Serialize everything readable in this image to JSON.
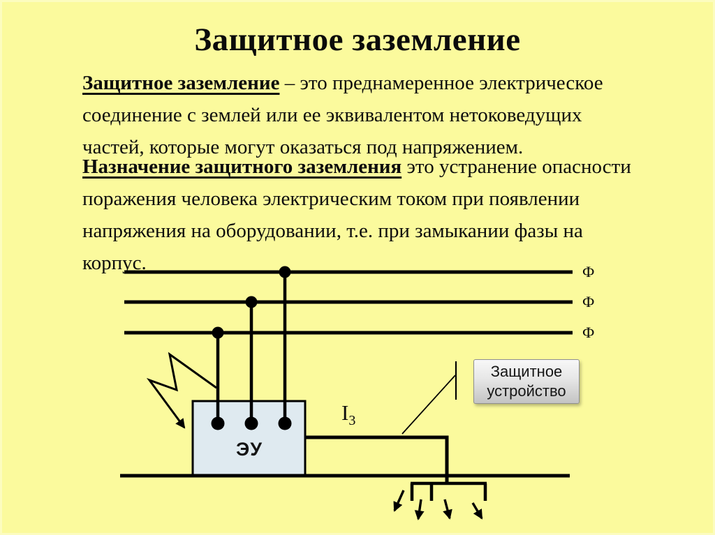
{
  "slide": {
    "title": "Защитное заземление",
    "definition": {
      "term": "Защитное заземление",
      "line1_rest": " – это преднамеренное электрическое",
      "line2": "соединение с землей или ее эквивалентом нетоковедущих",
      "line3": "частей, которые могут оказаться под напряжением."
    },
    "purpose": {
      "term": "Назначение защитного заземления",
      "line1_rest": " это устранение опасности",
      "line2": "поражения человека электрическим током при появлении",
      "line3": "напряжения на оборудовании, т.е. при замыкании фазы на",
      "line4": "корпус."
    }
  },
  "diagram": {
    "phase_labels": [
      "Ф",
      "Ф",
      "Ф"
    ],
    "equipment_label": "ЭУ",
    "current_symbol": "I",
    "current_subscript": "3",
    "protective_device_label": [
      "Защитное",
      "устройство"
    ],
    "colors": {
      "background": "#fbfa9d",
      "line": "#000000",
      "equipment_fill": "#dfeaf0",
      "label_box_top": "#f8f8f8",
      "label_box_bottom": "#c4c4c4"
    }
  }
}
